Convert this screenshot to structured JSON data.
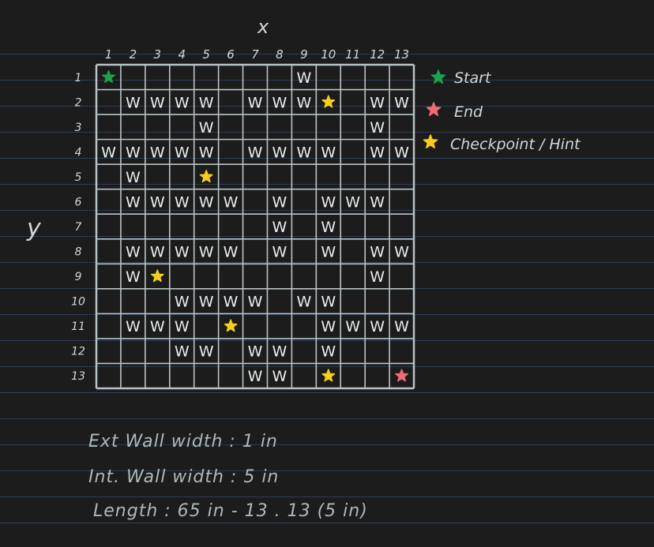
{
  "axes": {
    "x_label": "x",
    "y_label": "y"
  },
  "grid": {
    "cols": 13,
    "rows": 13,
    "col_labels": [
      "1",
      "2",
      "3",
      "4",
      "5",
      "6",
      "7",
      "8",
      "9",
      "10",
      "11",
      "12",
      "13"
    ],
    "row_labels": [
      "1",
      "2",
      "3",
      "4",
      "5",
      "6",
      "7",
      "8",
      "9",
      "10",
      "11",
      "12",
      "13"
    ],
    "line_color": "#b9c3c8",
    "wall_mark": "W",
    "cells": [
      "S.......W....",
      ".WWWW.WWWC.WW",
      "....W......W.",
      "WWWWW.WWWW.WW",
      ".W..C........",
      ".WWWWW.W.WWW.",
      ".......W.W...",
      ".WWWWW.W.W.WW",
      ".WC........W.",
      "...WWWW.WW...",
      ".WWW.C...WWWW",
      "...WW.WW.W...",
      "......WW.C..E"
    ]
  },
  "legend": [
    {
      "key": "start",
      "label": "Start",
      "color": "#1aa34a"
    },
    {
      "key": "end",
      "label": "End",
      "color": "#f06a7a"
    },
    {
      "key": "checkpoint",
      "label": "Checkpoint / Hint",
      "color": "#f5cf1b"
    }
  ],
  "notes": [
    "Ext Wall width : 1 in",
    "Int. Wall width : 5 in",
    "Length : 65 in - 13 . 13 (5 in)"
  ]
}
